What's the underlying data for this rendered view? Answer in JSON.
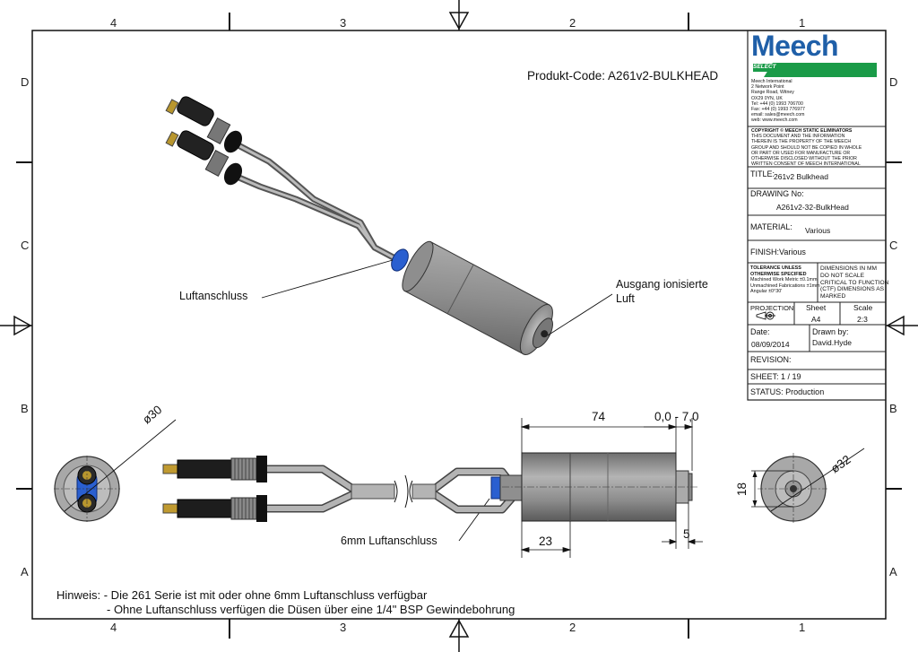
{
  "sheet": {
    "grid_cols_top": [
      "4",
      "3",
      "2",
      "1"
    ],
    "grid_cols_bottom": [
      "4",
      "3",
      "2",
      "1"
    ],
    "grid_rows_left": [
      "D",
      "C",
      "B",
      "A"
    ],
    "grid_rows_right": [
      "D",
      "C",
      "B",
      "A"
    ]
  },
  "header": {
    "product_code": "Produkt-Code: A261v2-BULKHEAD"
  },
  "callouts": {
    "air_connection": "Luftanschluss",
    "ionised_air_outlet_line1": "Ausgang ionisierte",
    "ionised_air_outlet_line2": "Luft",
    "air_connection_6mm": "6mm Luftanschluss"
  },
  "dimensions": {
    "dia_left": "ø30",
    "length": "74",
    "range": "0,0 - 7,0",
    "d23": "23",
    "d5": "5",
    "dia_right": "ø32",
    "d18": "18"
  },
  "notes": {
    "line1": "Hinweis: - Die 261 Serie ist mit oder ohne 6mm Luftanschluss verfügbar",
    "line2": "- Ohne Luftanschluss verfügen die Düsen über eine 1/4\" BSP Gewindebohrung"
  },
  "title_block": {
    "logo_text": "Meech",
    "logo_subtext": "SELECT",
    "address": [
      "Meech International",
      "2 Network Point",
      "Range Road, Witney",
      "OX29 0YN, UK",
      "Tel:  +44 (0) 1993 706700",
      "Fax: +44 (0) 1993 776977",
      "email:  sales@meech.com",
      "web:  www.meech.com"
    ],
    "copyright": [
      "COPYRIGHT © MEECH STATIC ELIMINATORS",
      "THIS DOCUMENT AND THE INFORMATION",
      "THEREIN IS THE PROPERTY OF THE MEECH",
      "GROUP AND SHOULD NOT BE COPIED IN WHOLE",
      "OR PART OR USED FOR MANUFACTURE OR",
      "OTHERWISE DISCLOSED WITHOUT THE PRIOR",
      "WRITTEN CONSENT OF MEECH INTERNATIONAL"
    ],
    "title_label": "TITLE:",
    "title_value": "261v2 Bulkhead",
    "drawing_no_label": "DRAWING No:",
    "drawing_no_value": "A261v2-32-BulkHead",
    "material_label": "MATERIAL:",
    "material_value": "Various",
    "finish": "FINISH:Various",
    "tolerance": [
      "TOLERANCE UNLESS",
      "OTHERWISE SPECIFIED",
      "Machined Work Metric ±0.1mm",
      "Unmachined Fabrications ±1mm",
      "Angular ±0°30'"
    ],
    "dimensions_note": [
      "DIMENSIONS IN MM",
      "DO NOT SCALE",
      "CRITICAL TO FUNCTION",
      "(CTF) DIMENSIONS AS",
      "MARKED"
    ],
    "projection_label": "PROJECTION",
    "sheet_label": "Sheet",
    "sheet_value": "A4",
    "scale_label": "Scale",
    "scale_value": "2:3",
    "date_label": "Date:",
    "date_value": "08/09/2014",
    "drawn_by_label": "Drawn by:",
    "drawn_by_value": "David.Hyde",
    "revision": "REVISION:",
    "sheet_count": "SHEET: 1 / 19",
    "status": "STATUS: Production"
  },
  "colors": {
    "meech_blue": "#1f5fa8",
    "meech_green": "#1a9b48",
    "body_grey": "#8a8a8a",
    "seal_blue": "#2a5fd0"
  }
}
